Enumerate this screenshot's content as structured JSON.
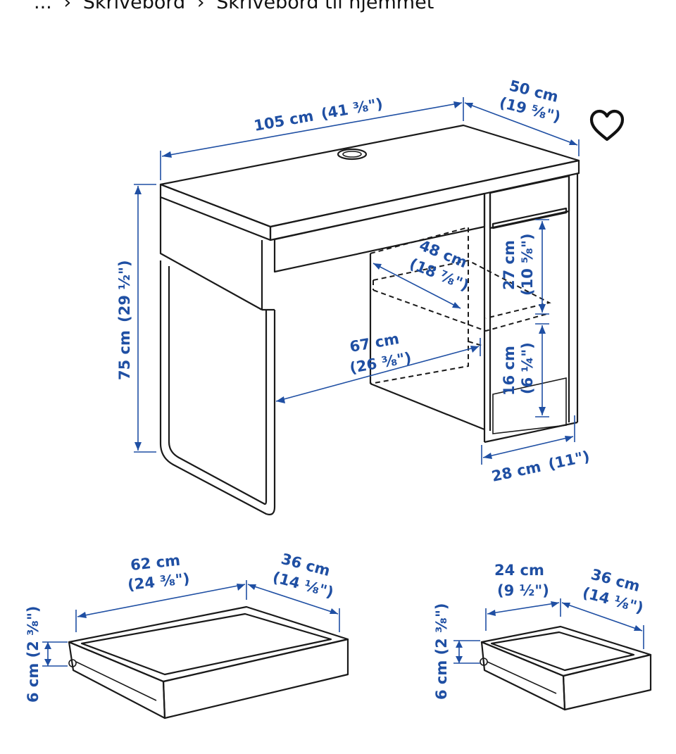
{
  "breadcrumb": {
    "ellipsis": "...",
    "items": [
      "Skrivebord",
      "Skrivebord til hjemmet"
    ]
  },
  "colors": {
    "dimension_blue": "#1f4fa3",
    "line": "#1a1a1a",
    "background": "#ffffff"
  },
  "icons": {
    "favorite": "heart-outline-icon",
    "separator": "chevron-right-icon"
  },
  "desk": {
    "width_cm": "105 cm",
    "width_in": "(41 ³⁄₈\")",
    "depth_cm": "50 cm",
    "depth_in": "(19 ⁵⁄₈\")",
    "height_cm": "75 cm",
    "height_in": "(29 ½\")",
    "shelf_depth_cm": "48 cm",
    "shelf_depth_in": "(18 ⁷⁄₈\")",
    "inner_width_cm": "67 cm",
    "inner_width_in": "(26 ³⁄₈\")",
    "upper_gap_cm": "27 cm",
    "upper_gap_in": "(10 ⁵⁄₈\")",
    "lower_gap_cm": "16 cm",
    "lower_gap_in": "(6 ¼\")",
    "cabinet_width_cm": "28 cm",
    "cabinet_width_in": "(11\")"
  },
  "drawer_large": {
    "width_cm": "62 cm",
    "width_in": "(24 ³⁄₈\")",
    "depth_cm": "36 cm",
    "depth_in": "(14 ⅛\")",
    "height_label": "6 cm (2 ³⁄₈\")"
  },
  "drawer_small": {
    "width_cm": "24 cm",
    "width_in": "(9 ½\")",
    "depth_cm": "36 cm",
    "depth_in": "(14 ⅛\")",
    "height_label": "6 cm (2 ³⁄₈\")"
  }
}
